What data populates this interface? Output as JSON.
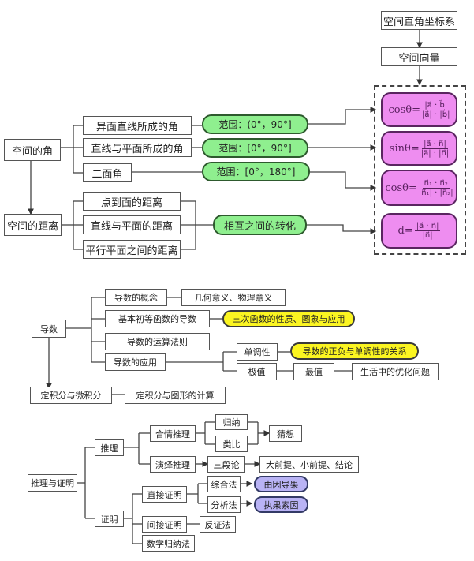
{
  "section1": {
    "coord_system": "空间直角坐标系",
    "vector": "空间向量",
    "angle_root": "空间的角",
    "distance_root": "空间的距离",
    "angles": [
      {
        "label": "异面直线所成的角",
        "range": "范围：(0°，90°]"
      },
      {
        "label": "直线与平面所成的角",
        "range": "范围：[0°，90°]"
      },
      {
        "label": "二面角",
        "range": "范围：[0°，180°]"
      }
    ],
    "distances": [
      "点到面的距离",
      "直线与平面的距离",
      "平行平面之间的距离"
    ],
    "conversion": "相互之间的转化",
    "formulas": [
      {
        "lhs": "cosθ=",
        "num": "|a⃗ · b⃗|",
        "den": "|a⃗| · |b⃗|"
      },
      {
        "lhs": "sinθ=",
        "num": "|a⃗ · n⃗|",
        "den": "|a⃗| · |n⃗|"
      },
      {
        "lhs": "cosθ=",
        "num": "n⃗₁ · n⃗₂",
        "den": "|n⃗₁| · |n⃗₂|"
      },
      {
        "lhs": "d=",
        "num": "|a⃗ · n⃗|",
        "den": "|n⃗|"
      }
    ]
  },
  "section2": {
    "root": "导数",
    "children": [
      {
        "label": "导数的概念",
        "detail": "几何意义、物理意义"
      },
      {
        "label": "基本初等函数的导数",
        "detail": "三次函数的性质、图象与应用"
      },
      {
        "label": "导数的运算法则"
      },
      {
        "label": "导数的应用"
      }
    ],
    "application": {
      "monotonic": "单调性",
      "monotonic_detail": "导数的正负与单调性的关系",
      "extreme": "极值",
      "max_min": "最值",
      "optimization": "生活中的优化问题"
    },
    "integral": "定积分与微积分",
    "integral_detail": "定积分与图形的计算"
  },
  "section3": {
    "root": "推理与证明",
    "reasoning": "推理",
    "plausible": "合情推理",
    "induction": "归纳",
    "analogy": "类比",
    "conjecture": "猜想",
    "deductive": "演绎推理",
    "syllogism": "三段论",
    "syllogism_detail": "大前提、小前提、结论",
    "proof": "证明",
    "direct": "直接证明",
    "synthetic": "综合法",
    "synthetic_detail": "由因导果",
    "analytic": "分析法",
    "analytic_detail": "执果索因",
    "indirect": "间接证明",
    "contradiction": "反证法",
    "math_induction": "数学归纳法"
  }
}
